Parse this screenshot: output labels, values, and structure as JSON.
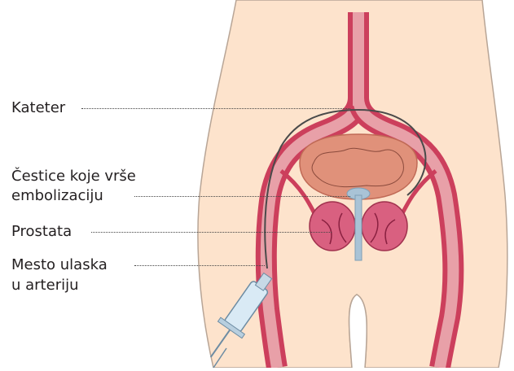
{
  "labels": {
    "catheter": "Kateter",
    "particles_line1": "Čestice koje vrše",
    "particles_line2": "embolizaciju",
    "prostate": "Prostata",
    "entry_line1": "Mesto ulaska",
    "entry_line2": "u arteriju"
  },
  "colors": {
    "skin": "#fde3cc",
    "skin_outline": "#b8a596",
    "artery": "#cc3f5c",
    "artery_light": "#e8a0a8",
    "bladder": "#e0917a",
    "prostate": "#c2416a",
    "urethra": "#a9c3d6",
    "catheter": "#4a4a4a"
  }
}
